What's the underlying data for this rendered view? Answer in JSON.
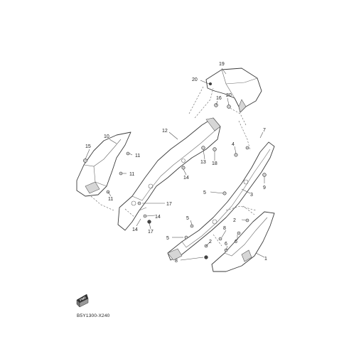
{
  "diagram": {
    "code": "B5Y1300-X240",
    "fwd_label": "FWD",
    "part_numbers": [
      "19",
      "20",
      "16",
      "20",
      "12",
      "10",
      "15",
      "11",
      "11",
      "11",
      "7",
      "4",
      "13",
      "18",
      "14",
      "9",
      "5",
      "3",
      "17",
      "14",
      "17",
      "14",
      "5",
      "2",
      "5",
      "8",
      "6",
      "2",
      "8",
      "6",
      "1"
    ]
  }
}
